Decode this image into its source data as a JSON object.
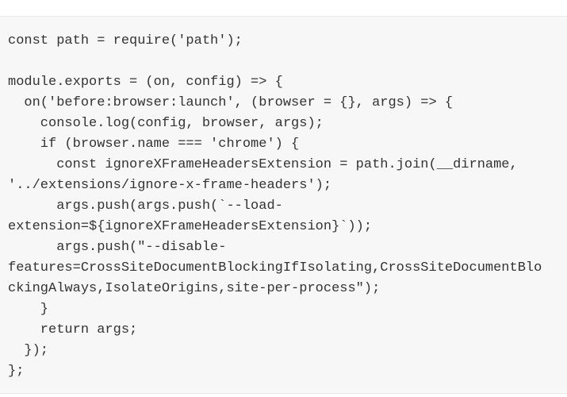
{
  "page": {
    "background": "#ffffff"
  },
  "code_block": {
    "background": "#f7f7f7",
    "border_color": "#e8e8e8",
    "text_color": "#333333",
    "lines": [
      "const path = require('path');",
      "",
      "module.exports = (on, config) => {",
      "  on('before:browser:launch', (browser = {}, args) => {",
      "    console.log(config, browser, args);",
      "    if (browser.name === 'chrome') {",
      "      const ignoreXFrameHeadersExtension = path.join(__dirname,",
      "'../extensions/ignore-x-frame-headers');",
      "      args.push(args.push(`--load-",
      "extension=${ignoreXFrameHeadersExtension}`));",
      "      args.push(\"--disable-",
      "features=CrossSiteDocumentBlockingIfIsolating,CrossSiteDocumentBlo",
      "ckingAlways,IsolateOrigins,site-per-process\");",
      "    }",
      "    return args;",
      "  });",
      "};"
    ]
  }
}
